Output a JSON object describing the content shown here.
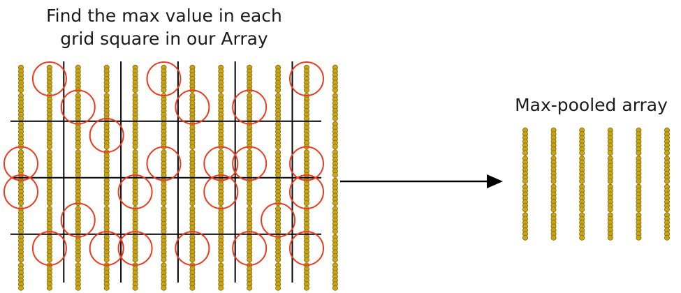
{
  "title_lines": [
    "Find the max value in each",
    "grid square in our Array"
  ],
  "pooled_label": "Max-pooled array",
  "input_array": {
    "rows": 8,
    "cols": 12,
    "beads_per_stack": 7
  },
  "pool": {
    "size": 2
  },
  "pooled_array": {
    "rows": 4,
    "cols": 6,
    "beads_per_stack": 7
  },
  "max_positions": [
    [
      0,
      1
    ],
    [
      1,
      2
    ],
    [
      0,
      5
    ],
    [
      1,
      6
    ],
    [
      1,
      8
    ],
    [
      0,
      10
    ],
    [
      2,
      3
    ],
    [
      3,
      0
    ],
    [
      3,
      5
    ],
    [
      3,
      7
    ],
    [
      3,
      8
    ],
    [
      3,
      10
    ],
    [
      4,
      0
    ],
    [
      4,
      4
    ],
    [
      4,
      7
    ],
    [
      4,
      10
    ],
    [
      5,
      2
    ],
    [
      5,
      9
    ],
    [
      6,
      1
    ],
    [
      6,
      3
    ],
    [
      6,
      4
    ],
    [
      6,
      6
    ],
    [
      6,
      8
    ],
    [
      6,
      10
    ]
  ],
  "colors": {
    "bead": "#c9a516",
    "bead_stroke": "#7f6a08",
    "circle": "#ec3a1c",
    "grid": "#000000",
    "arrow": "#000000"
  }
}
